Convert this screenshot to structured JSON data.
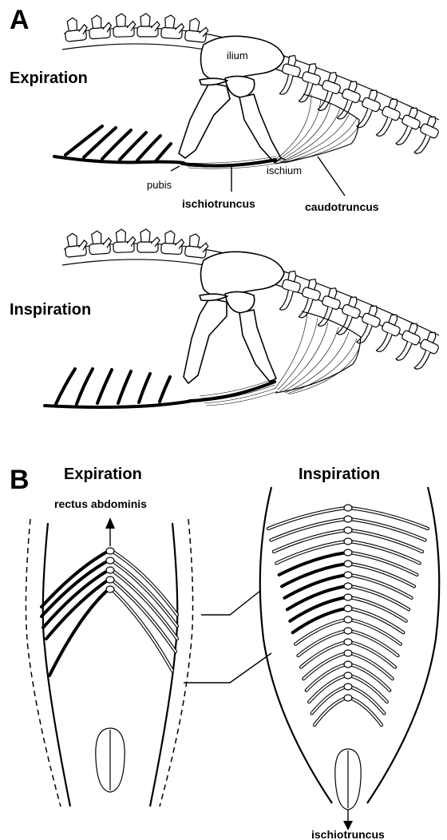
{
  "panel_a": {
    "letter": "A",
    "expiration": {
      "title": "Expiration",
      "labels": {
        "ilium": "ilium",
        "pubis": "pubis",
        "ischium": "ischium",
        "ischiotruncus": "ischiotruncus",
        "caudotruncus": "caudotruncus"
      }
    },
    "inspiration": {
      "title": "Inspiration"
    }
  },
  "panel_b": {
    "letter": "B",
    "expiration_title": "Expiration",
    "inspiration_title": "Inspiration",
    "rectus_label": "rectus abdominis",
    "ischiotruncus_label": "ischiotruncus"
  }
}
